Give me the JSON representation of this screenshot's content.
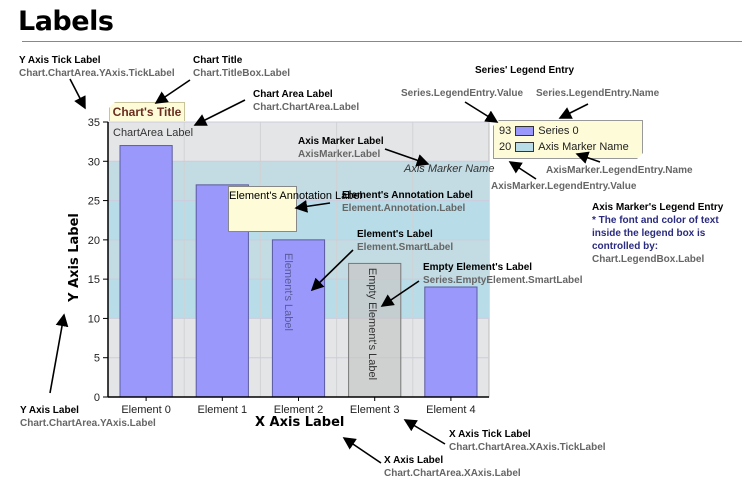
{
  "page_title": "Labels",
  "chart": {
    "title": "Chart's Title",
    "area_label": "ChartArea Label",
    "y_axis_label": "Y Axis Label",
    "x_axis_label": "X Axis Label",
    "axis_marker_name": "Axis Marker Name",
    "annotation_label": "Element's Annotation Label",
    "element_label": "Element's Label",
    "empty_element_label": "Empty Element's Label",
    "legend": [
      {
        "value": "93",
        "name": "Series 0",
        "color": "#9a99fb"
      },
      {
        "value": "20",
        "name": "Axis Marker Name",
        "color": "#b8dce8"
      }
    ]
  },
  "chart_data": {
    "type": "bar",
    "title": "Chart's Title",
    "xlabel": "X Axis Label",
    "ylabel": "Y Axis Label",
    "categories": [
      "Element 0",
      "Element 1",
      "Element 2",
      "Element 3",
      "Element 4"
    ],
    "series": [
      {
        "name": "Series 0",
        "values": [
          32,
          27,
          20,
          17,
          14
        ]
      }
    ],
    "empty_elements": [
      "Element 3"
    ],
    "ylim": [
      0,
      35
    ],
    "yticks": [
      "0",
      "5",
      "10",
      "15",
      "20",
      "25",
      "30",
      "35"
    ],
    "axis_marker": {
      "name": "Axis Marker Name",
      "from": 10,
      "to": 30,
      "color": "#b8dce8"
    },
    "bar_color": "#9a99fb",
    "empty_color": "#c8c8c8",
    "grid": true
  },
  "callouts": {
    "y_tick": {
      "title": "Y Axis Tick Label",
      "path": "Chart.ChartArea.YAxis.TickLabel"
    },
    "chart_title": {
      "title": "Chart Title",
      "path": "Chart.TitleBox.Label"
    },
    "chart_area": {
      "title": "Chart Area Label",
      "path": "Chart.ChartArea.Label"
    },
    "series_legend": {
      "title": "Series' Legend Entry"
    },
    "legend_value": {
      "path": "Series.LegendEntry.Value"
    },
    "legend_name": {
      "path": "Series.LegendEntry.Name"
    },
    "axis_marker": {
      "title": "Axis Marker  Label",
      "path": "AxisMarker.Label"
    },
    "am_legend_name": {
      "path": "AxisMarker.LegendEntry.Name"
    },
    "am_legend_value": {
      "path": "AxisMarker.LegendEntry.Value"
    },
    "annotation": {
      "title": "Element's Annotation Label",
      "path": "Element.Annotation.Label"
    },
    "element": {
      "title": "Element's Label",
      "path": "Element.SmartLabel"
    },
    "empty": {
      "title": "Empty Element's Label",
      "path": "Series.EmptyElement.SmartLabel"
    },
    "am_legend_entry": {
      "title": "Axis Marker's Legend Entry",
      "note1": "* The font and color of text",
      "note2": "inside the legend box is",
      "note3": "controlled by:",
      "path": "Chart.LegendBox.Label"
    },
    "y_label": {
      "title": "Y Axis Label",
      "path": "Chart.ChartArea.YAxis.Label"
    },
    "x_tick": {
      "title": "X Axis Tick Label",
      "path": "Chart.ChartArea.XAxis.TickLabel"
    },
    "x_label": {
      "title": "X Axis Label",
      "path": "Chart.ChartArea.XAxis.Label"
    }
  }
}
